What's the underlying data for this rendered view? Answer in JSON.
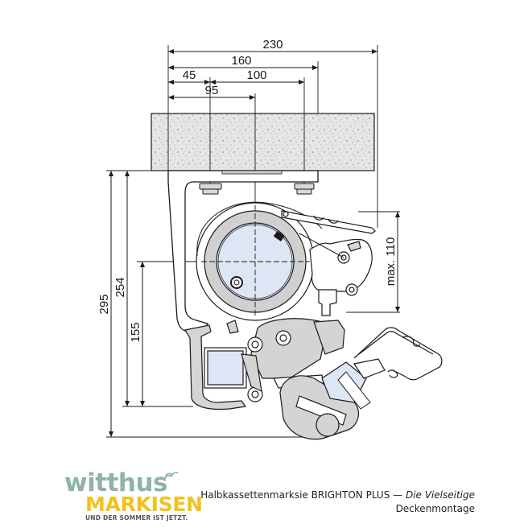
{
  "dimensions": {
    "d230": "230",
    "d160": "160",
    "d45": "45",
    "d100": "100",
    "d95": "95",
    "d295": "295",
    "d254": "254",
    "d155": "155",
    "max110": "max. 110"
  },
  "logo": {
    "top": "witthus",
    "middle": "MARKISEN",
    "slogan": "UND DER SOMMER IST JETZT."
  },
  "caption": {
    "line1_main": "Halbkassettenmarksie BRIGHTON PLUS — ",
    "line1_italic": "Die Vielseitige",
    "line2": "Deckenmontage"
  },
  "colors": {
    "line": "#1a1a1a",
    "part_fill": "#d4d4d4",
    "tube_fill": "#dde6f4",
    "logo_green": "#8fb3a6",
    "logo_yellow": "#f2c21a"
  }
}
